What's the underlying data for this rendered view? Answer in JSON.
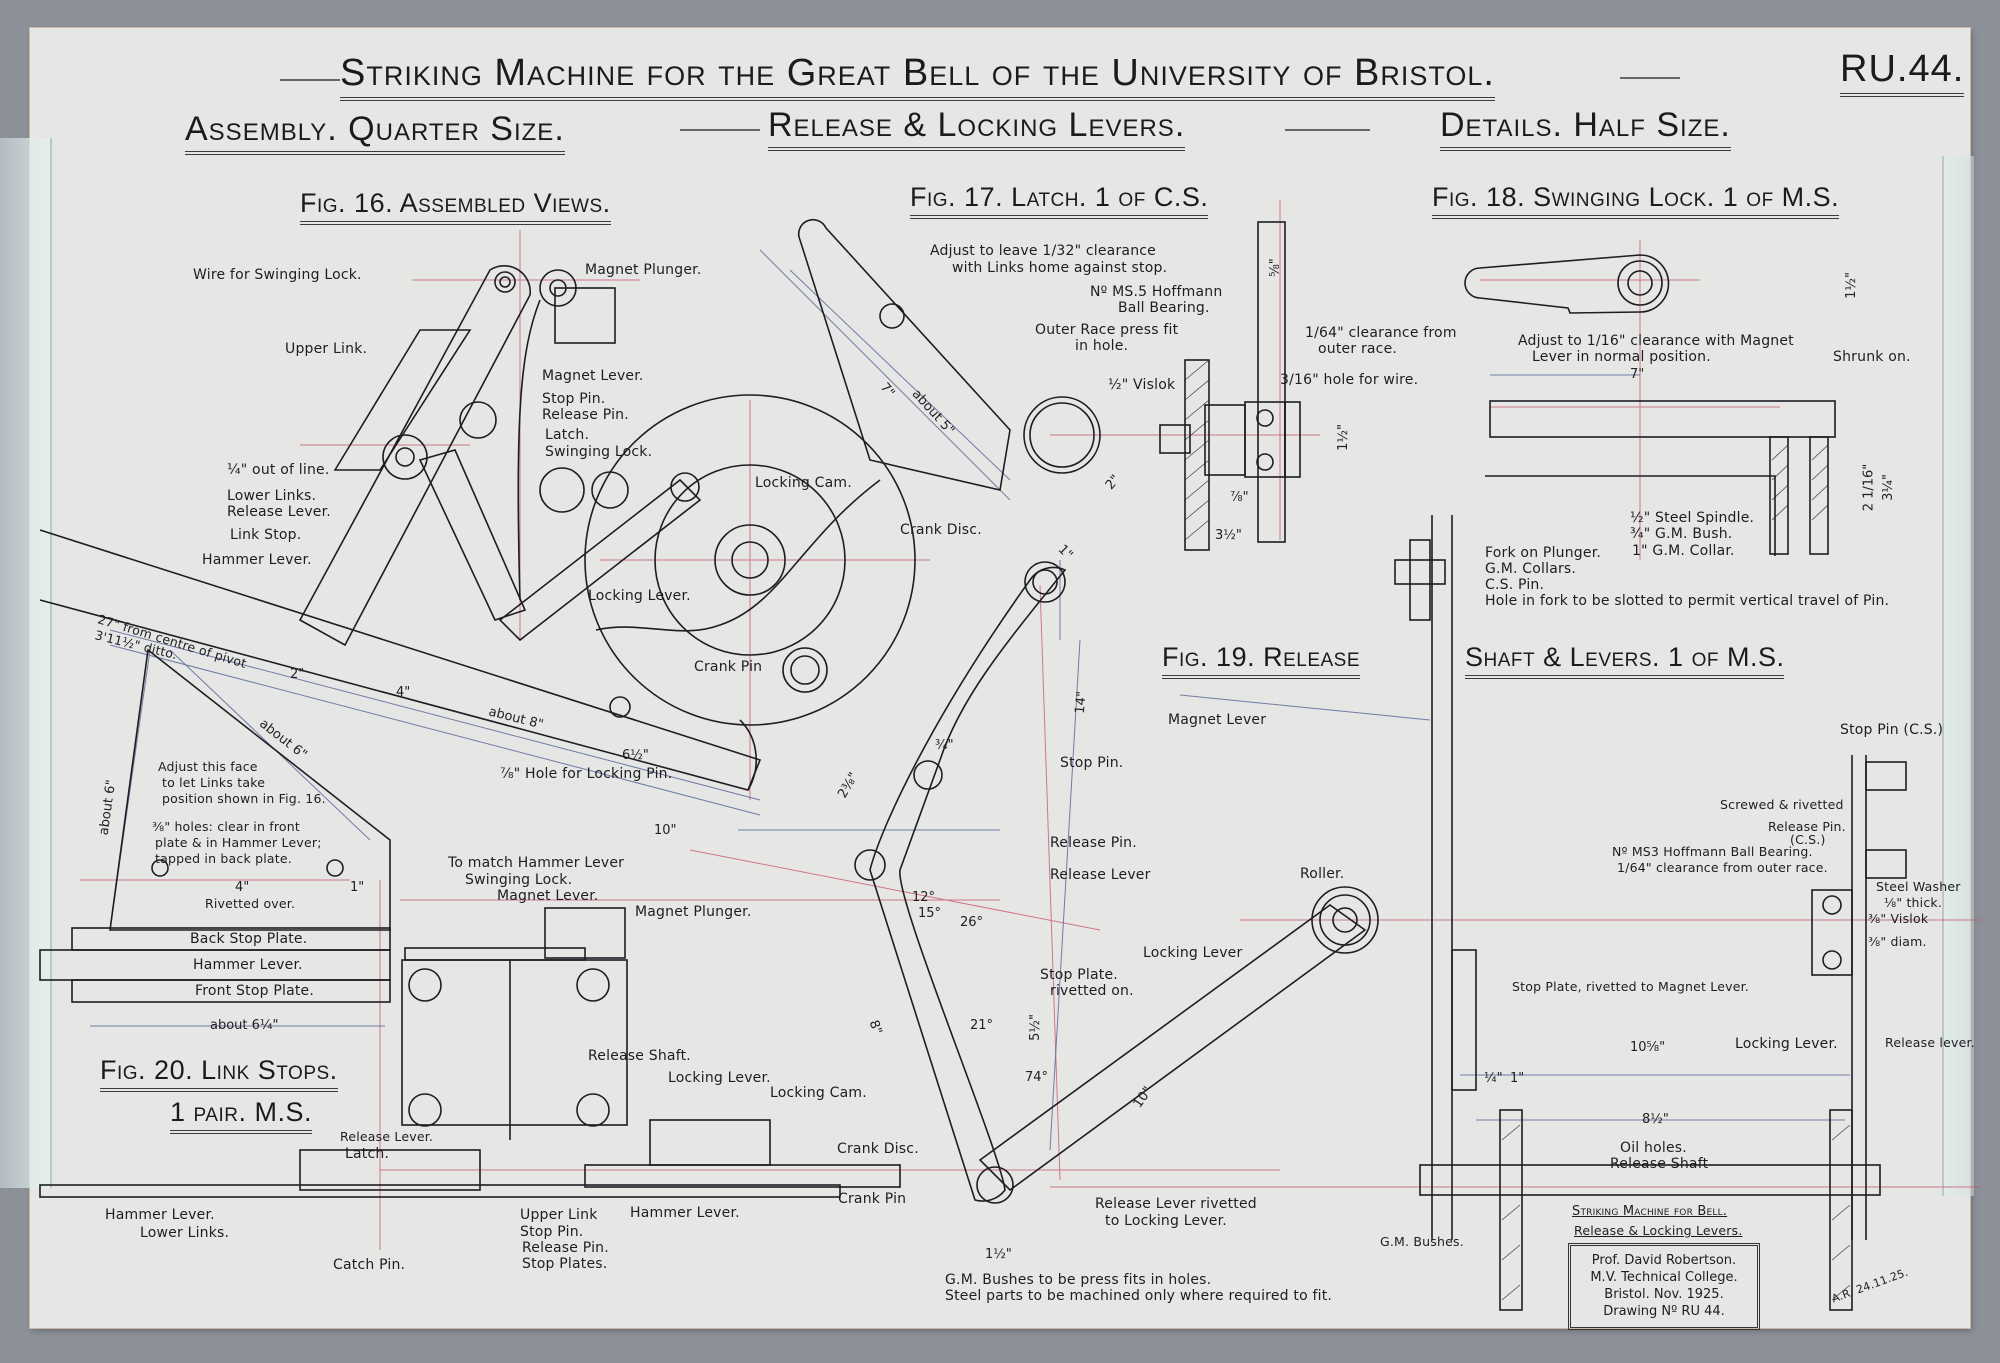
{
  "sheet": {
    "title": "Striking Machine for the Great Bell of the University of Bristol.",
    "drawing_ref": "RU.44.",
    "subtitle_left": "Assembly. Quarter Size.",
    "subtitle_center": "Release & Locking Levers.",
    "subtitle_right": "Details. Half Size.",
    "colors": {
      "ink": "#1d1d22",
      "construction_red": "#c7506a",
      "dimension_blue": "#5a6a9a",
      "paper": "#e6e7e5",
      "mount": "#8c9099"
    }
  },
  "figures": {
    "fig16": {
      "title": "Fig. 16. Assembled Views.",
      "labels": {
        "wire": "Wire for Swinging Lock.",
        "magnet_plunger": "Magnet Plunger.",
        "upper_link": "Upper Link.",
        "magnet_lever": "Magnet Lever.",
        "stop_pin": "Stop Pin.",
        "release_pin": "Release Pin.",
        "latch": "Latch.",
        "swinging_lock": "Swinging Lock.",
        "out_of_line": "¼\" out of line.",
        "lower_links": "Lower Links.",
        "release_lever": "Release Lever.",
        "link_stop": "Link Stop.",
        "hammer_lever": "Hammer Lever.",
        "locking_cam": "Locking Cam.",
        "crank_disc": "Crank Disc.",
        "locking_lever": "Locking Lever.",
        "crank_pin": "Crank Pin",
        "from_pivot_1": "27\" from centre of pivot",
        "from_pivot_2": "3'11½\" ditto.",
        "hole_locking_pin": "⅞\" Hole for Locking Pin.",
        "dim_2": "2\"",
        "dim_4": "4\"",
        "dim_8": "about 8\"",
        "dim_6half": "6½\"",
        "dim_10": "10\""
      },
      "plan_labels": {
        "to_match": "To match Hammer Lever",
        "swinging_lock": "Swinging Lock.",
        "magnet_lever": "Magnet Lever.",
        "magnet_plunger": "Magnet Plunger.",
        "release_shaft": "Release Shaft.",
        "locking_lever": "Locking Lever.",
        "locking_cam": "Locking Cam.",
        "crank_disc": "Crank Disc.",
        "crank_pin": "Crank Pin",
        "release_lever": "Release Lever.",
        "latch": "Latch.",
        "hammer_lever_l": "Hammer Lever.",
        "lower_links": "Lower Links.",
        "catch_pin": "Catch Pin.",
        "upper_link": "Upper Link",
        "stop_pin": "Stop Pin.",
        "release_pin": "Release Pin.",
        "stop_plates": "Stop Plates.",
        "hammer_lever_r": "Hammer Lever."
      }
    },
    "fig17": {
      "title": "Fig. 17. Latch. 1 of C.S.",
      "labels": {
        "adjust_1": "Adjust to leave 1/32\" clearance",
        "adjust_2": "with Links home against stop.",
        "bearing_1": "Nº MS.5 Hoffmann",
        "bearing_2": "Ball Bearing.",
        "outer_race_1": "Outer Race press fit",
        "outer_race_2": "in hole.",
        "clearance_1": "1/64\" clearance from",
        "clearance_2": "outer race.",
        "vislok": "½\" Vislok",
        "dim_7": "7\"",
        "dim_about5": "about 5\"",
        "dim_2": "2\"",
        "dim_3half": "3½\"",
        "dim_7_8": "⅞\"",
        "dim_5_8": "⅝\"",
        "dim_1half": "1½\""
      }
    },
    "fig18": {
      "title": "Fig. 18. Swinging Lock. 1 of M.S.",
      "labels": {
        "adjust_1": "Adjust to 1/16\" clearance with Magnet",
        "adjust_2": "Lever in normal position.",
        "shrunk_on": "Shrunk on.",
        "hole_wire": "3/16\" hole for wire.",
        "dim_7": "7\"",
        "dim_1half": "1½\"",
        "steel_spindle": "½\" Steel Spindle.",
        "gm_bush": "¾\" G.M. Bush.",
        "gm_collar": "1\" G.M. Collar.",
        "dim_height": "2 1/16\"",
        "dim_total": "3¼\""
      }
    },
    "fig19": {
      "title": "Fig. 19. Release",
      "title_cont": "Shaft & Levers. 1 of M.S.",
      "labels": {
        "fork_plunger": "Fork on Plunger.",
        "gm_collars": "G.M. Collars.",
        "cs_pin": "C.S. Pin.",
        "hole_fork": "Hole in fork to be slotted to permit vertical travel of Pin.",
        "magnet_lever": "Magnet Lever",
        "stop_pin": "Stop Pin.",
        "release_pin": "Release Pin.",
        "release_lever": "Release Lever",
        "stop_plate": "Stop Plate.",
        "rivetted_on": "rivetted on.",
        "roller": "Roller.",
        "locking_lever": "Locking Lever",
        "release_riveted_1": "Release Lever rivetted",
        "release_riveted_2": "to Locking Lever.",
        "stop_pin_cs": "Stop Pin (C.S.)",
        "screwed": "Screwed & rivetted",
        "release_pin_cs": "Release Pin.",
        "release_pin_cs2": "(C.S.)",
        "bearing_ms3": "Nº MS3 Hoffmann Ball Bearing.",
        "bearing_clear": "1/64\" clearance from outer race.",
        "steel_washer": "Steel Washer",
        "thick": "⅛\" thick.",
        "vislok": "⅜\" Vislok",
        "diam": "⅜\" diam.",
        "stop_plate_rivetted": "Stop Plate, rivetted to Magnet Lever.",
        "locking_lever_r": "Locking Lever.",
        "release_lever_r": "Release lever.",
        "oil_holes": "Oil holes.",
        "release_shaft": "Release Shaft",
        "gm_bushes": "G.M. Bushes.",
        "dim_14": "14\"",
        "dim_8": "8\"",
        "dim_10": "10\"",
        "dim_1": "1\"",
        "dim_2_3_8": "2⅜\"",
        "dim_3_4": "¾\"",
        "dim_5half": "5½\"",
        "dim_1half": "1½\"",
        "ang_12": "12°",
        "ang_15": "15°",
        "ang_26": "26°",
        "ang_21": "21°",
        "ang_74": "74°",
        "dim_10_5_8": "10⅝\"",
        "dim_8half": "8½\"",
        "dim_1_4": "¼\"",
        "dim_1in": "1\""
      }
    },
    "fig20": {
      "title": "Fig. 20. Link Stops.",
      "subtitle": "1 pair. M.S.",
      "labels": {
        "about6_side": "about 6\"",
        "about6_slope": "about 6\"",
        "adjust_1": "Adjust this face",
        "adjust_2": "to let Links take",
        "adjust_3": "position shown in Fig. 16.",
        "holes_1": "⅜\" holes: clear in front",
        "holes_2": "plate & in Hammer Lever;",
        "holes_3": "tapped in back plate.",
        "dim_4": "4\"",
        "dim_1": "1\"",
        "rivetted": "Rivetted over.",
        "back_plate": "Back Stop Plate.",
        "hammer_lever": "Hammer Lever.",
        "front_plate": "Front Stop Plate.",
        "about_6_1_4": "about 6¼\""
      }
    }
  },
  "notes": [
    "G.M. Bushes to be press fits in holes.",
    "Steel parts to be machined only where required to fit."
  ],
  "title_block": {
    "line1": "Striking Machine for Bell.",
    "line2": "Release & Locking Levers.",
    "author": "Prof. David Robertson.",
    "college": "M.V. Technical College.",
    "place_date": "Bristol. Nov. 1925.",
    "drawing_no": "Drawing Nº RU 44."
  },
  "initials": "A.R. 24.11.25."
}
